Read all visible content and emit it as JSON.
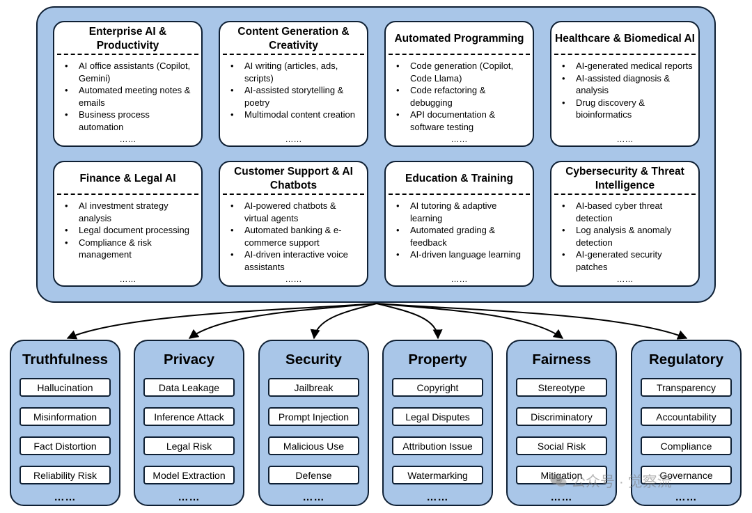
{
  "applications": [
    {
      "title": "Enterprise AI & Productivity",
      "items": [
        "AI office assistants (Copilot, Gemini)",
        "Automated meeting notes & emails",
        "Business process automation"
      ],
      "more": "……"
    },
    {
      "title": "Content Generation & Creativity",
      "items": [
        "AI writing (articles, ads, scripts)",
        "AI-assisted storytelling & poetry",
        "Multimodal content creation"
      ],
      "more": "……"
    },
    {
      "title": "Automated Programming",
      "items": [
        "Code generation (Copilot, Code Llama)",
        "Code refactoring & debugging",
        "API documentation & software testing"
      ],
      "more": "……"
    },
    {
      "title": "Healthcare & Biomedical AI",
      "items": [
        "AI-generated medical reports",
        "AI-assisted diagnosis & analysis",
        "Drug discovery & bioinformatics"
      ],
      "more": "……"
    },
    {
      "title": "Finance & Legal AI",
      "items": [
        "AI investment strategy analysis",
        "Legal document processing",
        "Compliance & risk management"
      ],
      "more": "……"
    },
    {
      "title": "Customer Support & AI Chatbots",
      "items": [
        "AI-powered chatbots & virtual agents",
        "Automated banking & e-commerce support",
        "AI-driven interactive voice assistants"
      ],
      "more": "……"
    },
    {
      "title": "Education & Training",
      "items": [
        "AI tutoring & adaptive learning",
        "Automated grading & feedback",
        "AI-driven language learning"
      ],
      "more": "……"
    },
    {
      "title": "Cybersecurity & Threat Intelligence",
      "items": [
        "AI-based cyber threat detection",
        "Log analysis & anomaly detection",
        "AI-generated security patches"
      ],
      "more": "……"
    }
  ],
  "risks": [
    {
      "title": "Truthfulness",
      "items": [
        "Hallucination",
        "Misinformation",
        "Fact Distortion",
        "Reliability Risk"
      ],
      "more": "……"
    },
    {
      "title": "Privacy",
      "items": [
        "Data Leakage",
        "Inference Attack",
        "Legal Risk",
        "Model Extraction"
      ],
      "more": "……"
    },
    {
      "title": "Security",
      "items": [
        "Jailbreak",
        "Prompt Injection",
        "Malicious Use",
        "Defense"
      ],
      "more": "……"
    },
    {
      "title": "Property",
      "items": [
        "Copyright",
        "Legal Disputes",
        "Attribution Issue",
        "Watermarking"
      ],
      "more": "……"
    },
    {
      "title": "Fairness",
      "items": [
        "Stereotype",
        "Discriminatory",
        "Social Risk",
        "Mitigation"
      ],
      "more": "……"
    },
    {
      "title": "Regulatory",
      "items": [
        "Transparency",
        "Accountability",
        "Compliance",
        "Governance"
      ],
      "more": "……"
    }
  ],
  "watermark": {
    "text": "公众号 · 觉察流",
    "icon": "wechat-icon"
  },
  "colors": {
    "panel_fill": "#a9c6e8",
    "border": "#0e1f33",
    "card_fill": "#ffffff"
  }
}
